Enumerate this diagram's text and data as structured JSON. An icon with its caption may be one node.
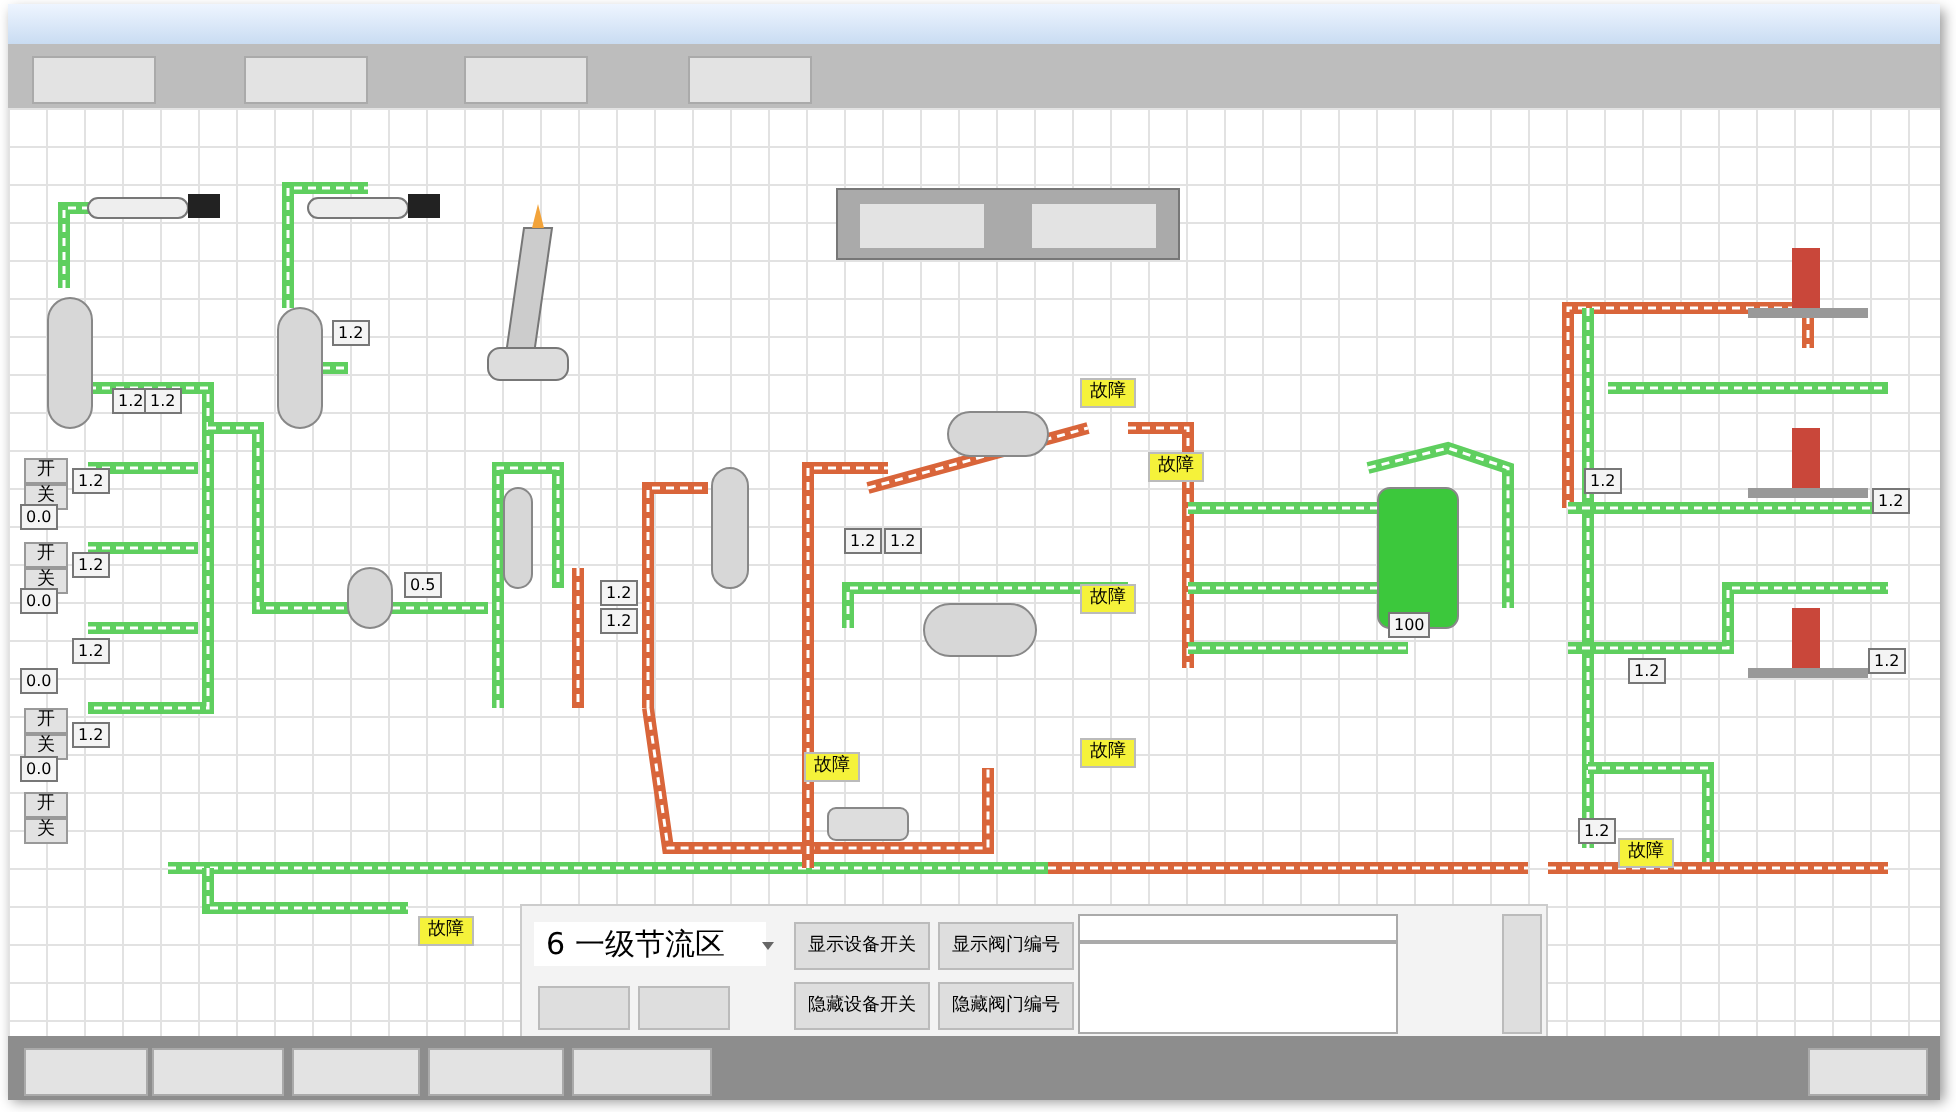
{
  "diagram": {
    "nodes": [
      {
        "text": [],
        "shape": "bar"
      },
      {
        "text": [],
        "shape": "box"
      }
    ],
    "labels": [
      "1.2",
      "1.2",
      "1.2",
      "开",
      "关",
      "1.2",
      "0.0",
      "开",
      "关",
      "1.2",
      "0.0",
      "1.2",
      "0.0",
      "开",
      "关",
      "1.2",
      "0.0",
      "开",
      "关",
      "0.5",
      "1.2",
      "1.2",
      "1.2",
      "1.2",
      "故障",
      "故障",
      "故障",
      "故障",
      "故障",
      "故障",
      "故障",
      "100",
      "1.2",
      "1.2",
      "1.2",
      "1.2",
      "1.2",
      "6 一级节流区",
      "显示设备开关",
      "显示阀门编号",
      "隐藏设备开关",
      "隐藏阀门编号"
    ]
  }
}
